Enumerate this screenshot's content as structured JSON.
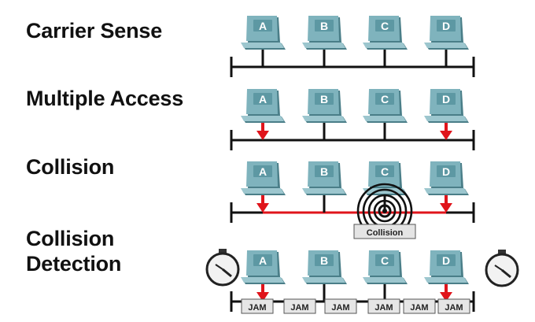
{
  "rows": [
    {
      "id": "carrier-sense",
      "label": "Carrier Sense"
    },
    {
      "id": "multiple-access",
      "label": "Multiple Access"
    },
    {
      "id": "collision",
      "label": "Collision"
    },
    {
      "id": "collision-detection",
      "label_line1": "Collision",
      "label_line2": "Detection"
    }
  ],
  "computers": [
    "A",
    "B",
    "C",
    "D"
  ],
  "collision_text": "Collision",
  "jam_text": "JAM",
  "colors": {
    "monitor": "#7fb3bd",
    "monitor_dark": "#4a7e88",
    "screen": "#5d98a3",
    "cable": "#111111",
    "signal": "#e0141b",
    "label": "#111111"
  }
}
